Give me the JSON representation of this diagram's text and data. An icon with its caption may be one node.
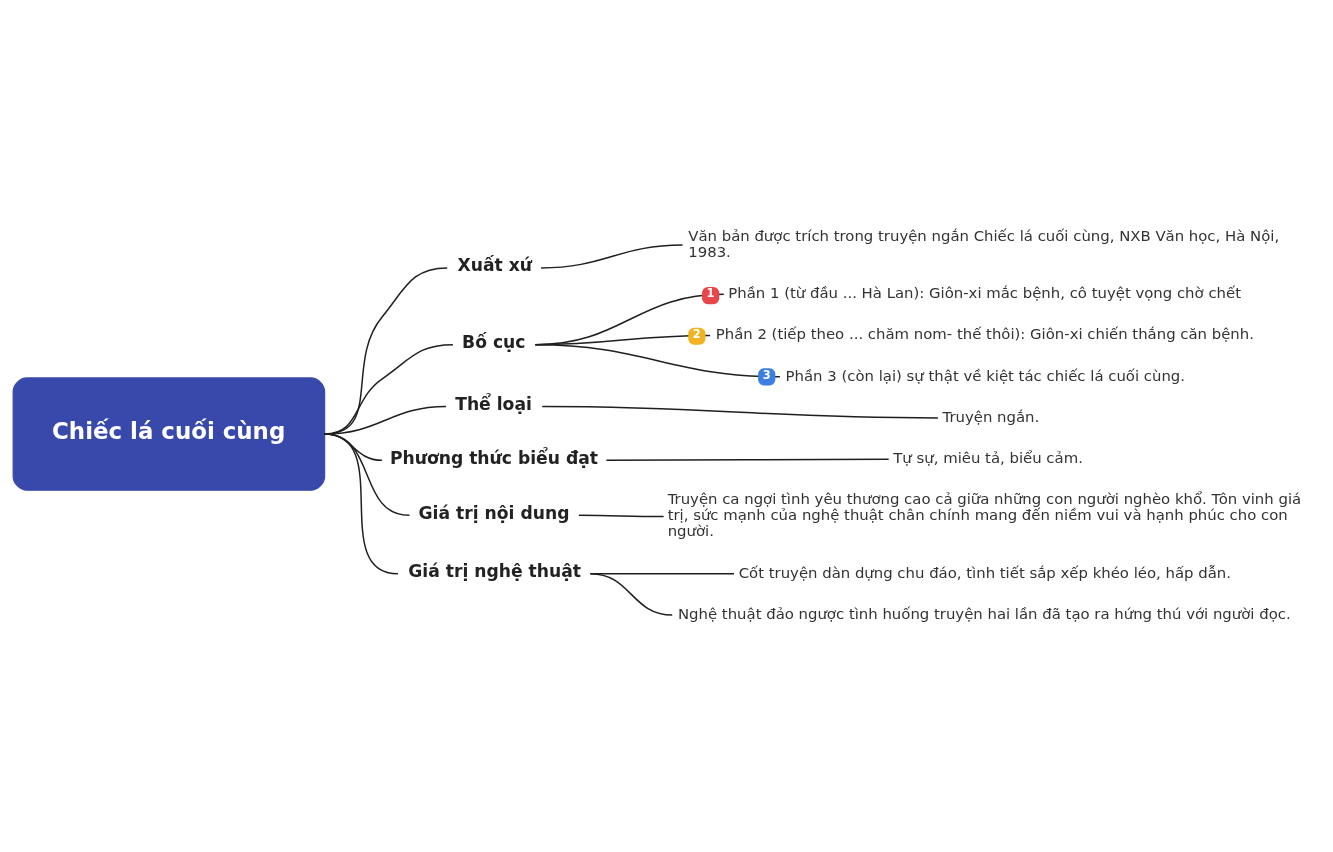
{
  "diagram": {
    "nodes": [
      {
        "text": [
          "Chiếc lá cuối cùng"
        ]
      },
      {
        "text": [
          "Xuất xứ"
        ]
      },
      {
        "text": [
          "Văn bản được trích trong truyện ngắn Chiếc lá cuối cùng, NXB Văn học, Hà Nội, 1983."
        ]
      },
      {
        "text": [
          "Bố cục"
        ]
      },
      {
        "text": [
          "Phần 1 (từ đầu ... Hà Lan): Giôn-xi mắc bệnh, cô tuyệt vọng chờ chết"
        ],
        "beside": [
          "1"
        ]
      },
      {
        "text": [
          "Phần 2 (tiếp theo ... chăm nom- thế thôi): Giôn-xi chiến thắng căn bệnh."
        ],
        "beside": [
          "2"
        ]
      },
      {
        "text": [
          "Phần 3 (còn lại) sự thật về kiệt tác chiếc lá cuối cùng."
        ],
        "beside": [
          "3"
        ]
      },
      {
        "text": [
          "Thể loại"
        ]
      },
      {
        "text": [
          "Truyện ngắn."
        ]
      },
      {
        "text": [
          "Phương thức biểu đạt"
        ]
      },
      {
        "text": [
          "Tự sự, miêu tả, biểu cảm."
        ]
      },
      {
        "text": [
          "Giá trị nội dung"
        ]
      },
      {
        "text": [
          "Truyện ca ngợi tình yêu thương cao cả giữa những con người nghèo khổ. Tôn vinh giá trị, sức mạnh của nghệ thuật chân chính mang đến niềm vui và hạnh phúc cho con người."
        ]
      },
      {
        "text": [
          "Giá trị nghệ thuật"
        ]
      },
      {
        "text": [
          "Cốt truyện dàn dựng chu đáo, tình tiết sắp xếp khéo léo, hấp dẫn."
        ]
      },
      {
        "text": [
          "Nghệ thuật đảo ngược tình huống truyện hai lần đã tạo ra hứng thú với người đọc."
        ]
      }
    ],
    "edges": [
      {
        "from": 0,
        "to": 1,
        "arrow": "none"
      },
      {
        "from": 0,
        "to": 3,
        "arrow": "none"
      },
      {
        "from": 0,
        "to": 7,
        "arrow": "none"
      },
      {
        "from": 0,
        "to": 9,
        "arrow": "none"
      },
      {
        "from": 0,
        "to": 11,
        "arrow": "none"
      },
      {
        "from": 0,
        "to": 13,
        "arrow": "none"
      },
      {
        "from": 1,
        "to": 2,
        "arrow": "none"
      },
      {
        "from": 3,
        "to": 4,
        "arrow": "none"
      },
      {
        "from": 3,
        "to": 5,
        "arrow": "none"
      },
      {
        "from": 3,
        "to": 6,
        "arrow": "none"
      },
      {
        "from": 7,
        "to": 8,
        "arrow": "none"
      },
      {
        "from": 9,
        "to": 10,
        "arrow": "none"
      },
      {
        "from": 11,
        "to": 12,
        "arrow": "none"
      },
      {
        "from": 13,
        "to": 14,
        "arrow": "none"
      },
      {
        "from": 13,
        "to": 15,
        "arrow": "none"
      }
    ]
  }
}
